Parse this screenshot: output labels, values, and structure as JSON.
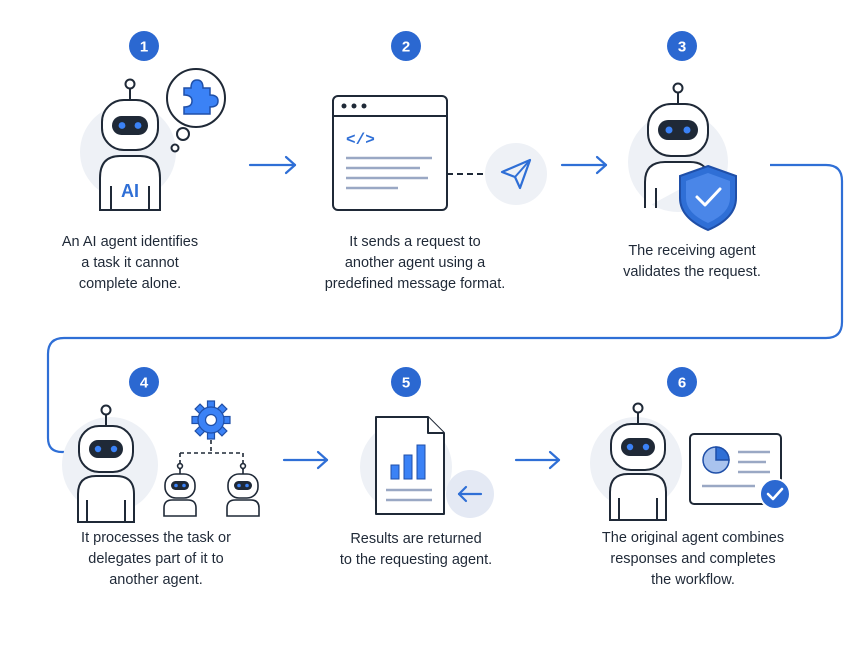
{
  "steps": [
    {
      "number": "1",
      "lines": [
        "An AI agent identifies",
        "a task it cannot",
        "complete alone."
      ]
    },
    {
      "number": "2",
      "lines": [
        "It sends a request to",
        "another agent using a",
        "predefined message format."
      ]
    },
    {
      "number": "3",
      "lines": [
        "The receiving agent",
        "validates the request."
      ]
    },
    {
      "number": "4",
      "lines": [
        "It processes the task or",
        "delegates part of it to",
        "another agent."
      ]
    },
    {
      "number": "5",
      "lines": [
        "Results are returned",
        "to the requesting agent."
      ]
    },
    {
      "number": "6",
      "lines": [
        "The original agent combines",
        "responses and completes",
        "the workflow."
      ]
    }
  ],
  "icons": {
    "robot_chest_label": "AI",
    "code_glyph": "</>"
  },
  "colors": {
    "accent": "#2f6fd6",
    "line": "#1f2937",
    "soft_bg": "#eef1f6",
    "badge": "#2b68d1"
  }
}
